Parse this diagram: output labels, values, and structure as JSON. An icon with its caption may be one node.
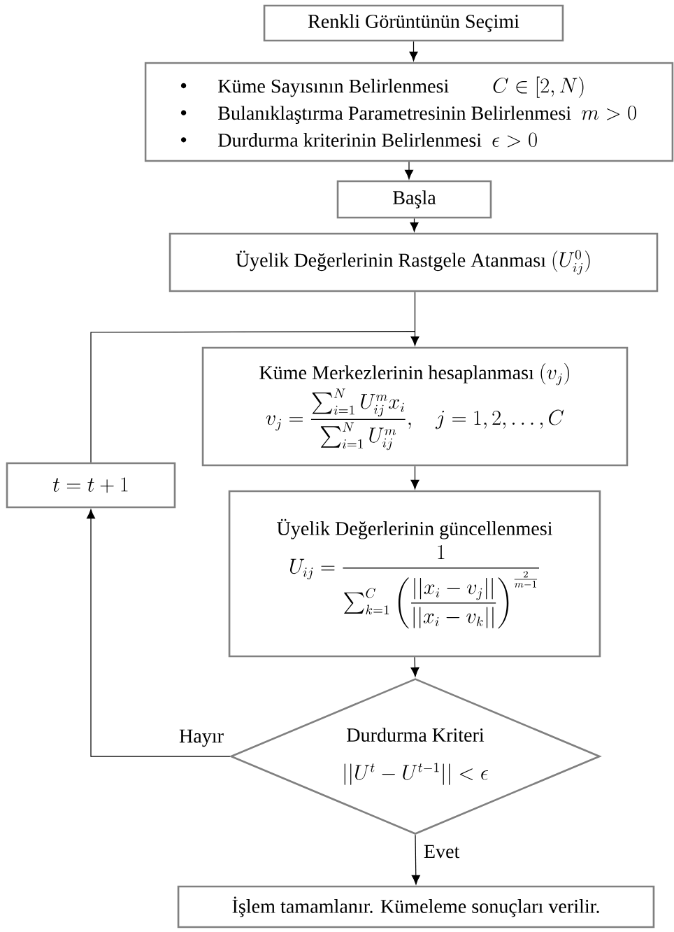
{
  "diagram": {
    "nodes": [
      {
        "text": [
          "Renkli Görüntünün Seçimi"
        ]
      },
      {
        "text": [
          "Küme Sayısının Belirlenmesi",
          "C \\in [2, N)",
          "Bulanıklaştırma Parametresinin Belirlenmesi",
          "m > 0",
          "Durdurma kriterinin Belirlenmesi",
          "\\epsilon > 0"
        ]
      },
      {
        "text": [
          "Başla"
        ]
      },
      {
        "text": [
          "Üyelik Değerlerinin Rastgele Atanması",
          "(U_{ij}^{0})"
        ]
      },
      {
        "text": [
          "Küme Merkezlerinin hesaplanması",
          "(v_j)",
          "v_j = \\frac{\\sum\\nolimits_{i=1}^{N} U_{ij}^{m} x_i}{\\sum\\nolimits_{i=1}^{N} U_{ij}^{m}}, \\quad j = 1,2, \\ldots, C"
        ]
      },
      {
        "text": [
          "t = t + 1"
        ]
      },
      {
        "text": [
          "Üyelik Değerlerinin güncellenmesi",
          "U_{ij} = \\frac{1}{\\sum\\nolimits_{k=1}^{C} \\left( \\dfrac{\\left|\\left| x_i - v_j \\right|\\right|}{\\left|\\left| x_i - v_k \\right|\\right|} \\right)^{\\frac{2}{m-1}}}"
        ]
      },
      {
        "text": [
          "Durdurma Kriteri",
          "||U^{t} - U^{t-1}|| < \\epsilon"
        ]
      },
      {
        "text": [
          "İşlem tamamlanır. Kümeleme sonuçları verilir."
        ]
      }
    ],
    "edges": [
      {
        "from": 0,
        "to": 1,
        "arrow": "to"
      },
      {
        "from": 1,
        "to": 2,
        "arrow": "to"
      },
      {
        "from": 2,
        "to": 3,
        "arrow": "to"
      },
      {
        "from": 3,
        "to": 4,
        "arrow": "to"
      },
      {
        "from": 5,
        "to": 4,
        "arrow": "to"
      },
      {
        "from": 4,
        "to": 6,
        "arrow": "to"
      },
      {
        "from": 6,
        "to": 7,
        "arrow": "to"
      },
      {
        "from": 7,
        "to": 5,
        "arrow": "to",
        "label": "Hayır"
      },
      {
        "from": 7,
        "to": 8,
        "arrow": "to",
        "label": "Evet"
      }
    ]
  }
}
